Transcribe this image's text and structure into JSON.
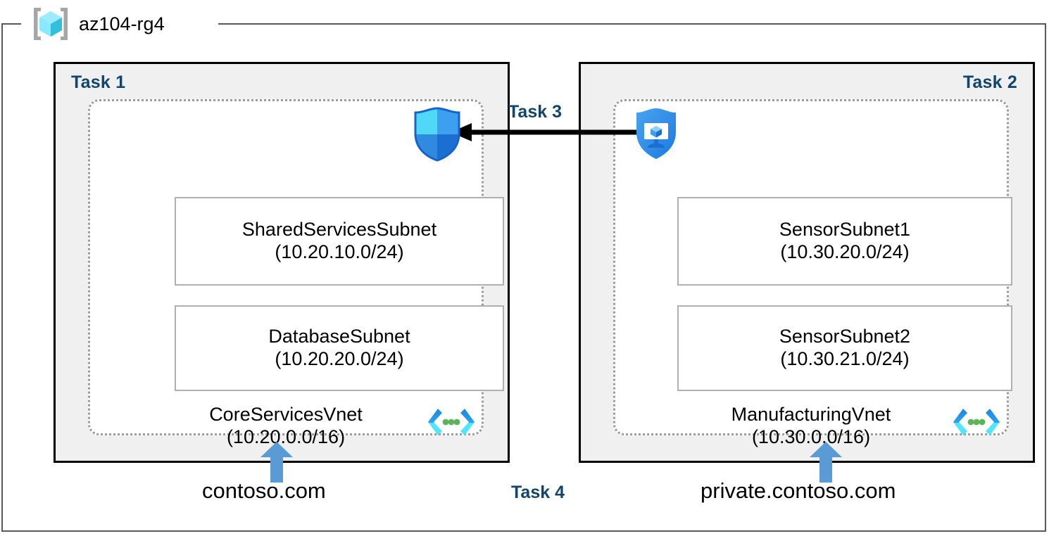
{
  "resource_group": {
    "name": "az104-rg4",
    "icon": "resource-group-cube-icon"
  },
  "panels": [
    {
      "id": "task1",
      "title": "Task 1",
      "title_align": "left",
      "vnet": {
        "name": "CoreServicesVnet",
        "cidr": "(10.20.0.0/16)",
        "icon": "vnet-icon",
        "subnets": [
          {
            "name": "SharedServicesSubnet",
            "cidr": "(10.20.10.0/24)"
          },
          {
            "name": "DatabaseSubnet",
            "cidr": "(10.20.20.0/24)"
          }
        ]
      },
      "dns": {
        "label": "contoso.com",
        "arrow": "up-arrow-icon"
      }
    },
    {
      "id": "task2",
      "title": "Task 2",
      "title_align": "right",
      "vnet": {
        "name": "ManufacturingVnet",
        "cidr": "(10.30.0.0/16)",
        "icon": "vnet-icon",
        "subnets": [
          {
            "name": "SensorSubnet1",
            "cidr": "(10.30.20.0/24)"
          },
          {
            "name": "SensorSubnet2",
            "cidr": "(10.30.21.0/24)"
          }
        ]
      },
      "dns": {
        "label": "private.contoso.com",
        "arrow": "up-arrow-icon"
      }
    }
  ],
  "connections": {
    "peering": {
      "label": "Task 3",
      "direction": "right-to-left",
      "arrow": "left-arrow-icon"
    },
    "dns_task": {
      "label": "Task 4"
    }
  },
  "icons": {
    "nsg_shield": "security-shield-icon",
    "vm_shield": "virtual-machine-shield-icon",
    "vnet_brackets": "vnet-brackets-icon"
  },
  "colors": {
    "task_label": "#12456e",
    "panel_fill": "#f0f0f0",
    "panel_border": "#000000",
    "vnet_border": "#9b9b9b",
    "subnet_border": "#b0b0b0",
    "rg_border": "#595959",
    "dns_arrow": "#5b9bd5",
    "azure_cyan": "#50e6ff",
    "azure_blue": "#0078d4"
  }
}
